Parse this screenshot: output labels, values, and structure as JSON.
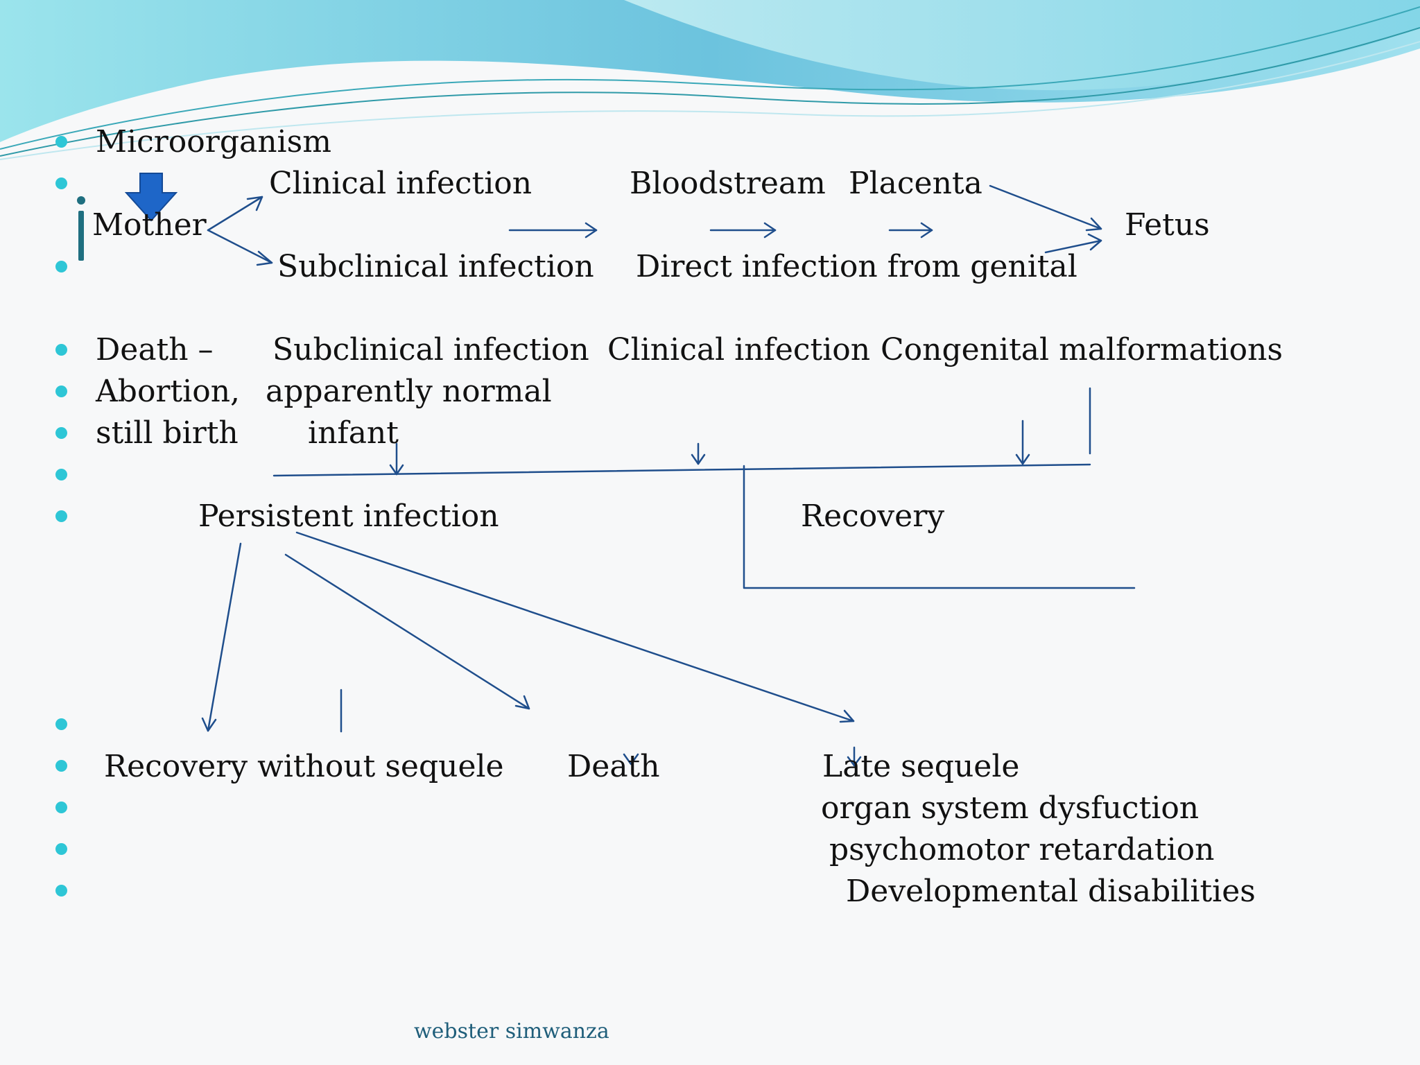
{
  "colors": {
    "accent": "#2ec6d6",
    "arrow": "#1f4e8c",
    "footer": "#1f5e7a",
    "wave_dark": "#5fb3d6",
    "wave_light": "#a9e3ee"
  },
  "icons": [
    "down-arrow-icon",
    "text-cursor-icon"
  ],
  "labels": {
    "microorganism": "Microorganism",
    "mother": "Mother",
    "clinical_infection_top": "Clinical infection",
    "subclinical_infection_top": "Subclinical infection",
    "bloodstream": "Bloodstream",
    "placenta": "Placenta",
    "direct_infection": "Direct infection from genital",
    "fetus": "Fetus",
    "death_dash": "Death –",
    "abortion": "Abortion,",
    "still_birth": "still birth",
    "subclinical_infection_mid": "Subclinical infection",
    "apparently_normal": "apparently normal",
    "infant": "infant",
    "clinical_infection_mid": "Clinical infection",
    "congenital_malformations": "Congenital malformations",
    "persistent_infection": "Persistent infection",
    "recovery": "Recovery",
    "recovery_without_sequele": "Recovery without sequele",
    "death": "Death",
    "late_sequele": "Late sequele",
    "organ_dysfunction": "organ system dysfuction",
    "psychomotor_retardation": "psychomotor retardation",
    "developmental_disabilities": "Developmental disabilities"
  },
  "footer": {
    "author": "webster simwanza"
  }
}
